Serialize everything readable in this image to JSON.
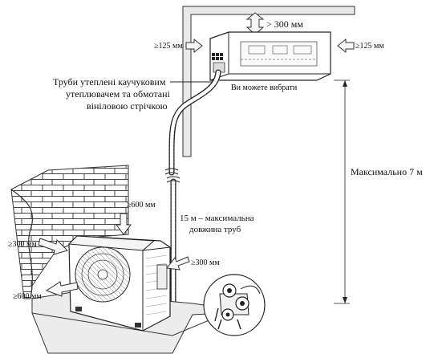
{
  "labels": {
    "top_clearance": "> 300 мм",
    "left_clearance_indoor": "≥125 мм",
    "right_clearance_indoor": "≥125 мм",
    "pipe_note_line1": "Труби утеплені каучуковим",
    "pipe_note_line2": "утеплювачем та обмотані",
    "pipe_note_line3": "вініловою стрічкою",
    "cut_note": "Ви можете вибрати",
    "max_height": "Максимально 7 м",
    "pipe_length_line1": "15 м – максимальна",
    "pipe_length_line2": "довжина труб",
    "outdoor_top_clearance": "≥600 мм",
    "outdoor_left_clearance": "≥300 мм",
    "outdoor_right_clearance": "≥300 мм",
    "outdoor_front_clearance": "≥600 мм"
  },
  "colors": {
    "line": "#222222",
    "arrow_fill": "#f4f4f4",
    "wall_hatch": "#bdbdbd"
  }
}
